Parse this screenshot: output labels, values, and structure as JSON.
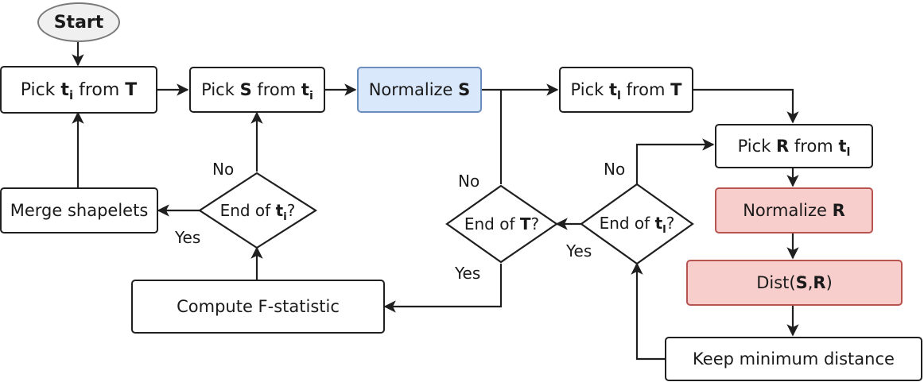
{
  "nodes": {
    "start": "Start",
    "pick_ti": {
      "prefix": "Pick ",
      "var": "t",
      "sub": "i",
      "mid": " from ",
      "set": "T"
    },
    "pick_s": {
      "prefix": "Pick ",
      "var": "S",
      "mid": " from ",
      "var2": "t",
      "sub2": "i"
    },
    "normalize_s": {
      "prefix": "Normalize ",
      "var": "S"
    },
    "pick_tl": {
      "prefix": "Pick ",
      "var": "t",
      "sub": "l",
      "mid": " from ",
      "set": "T"
    },
    "pick_r": {
      "prefix": "Pick ",
      "var": "R",
      "mid": " from ",
      "var2": "t",
      "sub2": "l"
    },
    "normalize_r": {
      "prefix": "Normalize ",
      "var": "R"
    },
    "dist": {
      "prefix": "Dist(",
      "a": "S",
      "comma": ",",
      "b": "R",
      "suffix": ")"
    },
    "keep_min": "Keep minimum distance",
    "compute_f": "Compute F-statistic",
    "merge": "Merge shapelets",
    "end_ti": {
      "prefix": "End of ",
      "var": "t",
      "sub": "i",
      "suffix": "?"
    },
    "end_T": {
      "prefix": "End of ",
      "var": "T",
      "suffix": "?"
    },
    "end_tl": {
      "prefix": "End of ",
      "var": "t",
      "sub": "l",
      "suffix": "?"
    }
  },
  "labels": {
    "no_ti": "No",
    "yes_ti": "Yes",
    "no_T": "No",
    "yes_T": "Yes",
    "no_tl": "No",
    "yes_tl": "Yes"
  },
  "colors": {
    "normalize_s_fill": "#dae8fc",
    "normalize_s_stroke": "#6c8ebf",
    "normalize_r_fill": "#f8cecc",
    "normalize_r_stroke": "#b85450",
    "start_fill": "#f0f0f0",
    "start_stroke": "#7a7a7a"
  }
}
